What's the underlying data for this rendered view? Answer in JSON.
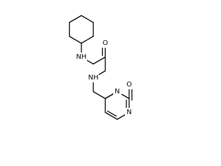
{
  "molecule": {
    "atoms": {
      "nh_amide": "NH",
      "o_amide": "O",
      "nh_amine": "NH",
      "n_ring_1": "N",
      "o_ring": "O",
      "n_ring_3": "N"
    },
    "colors": {
      "bond": "#000000",
      "label": "#000000",
      "background": "#ffffff"
    }
  }
}
